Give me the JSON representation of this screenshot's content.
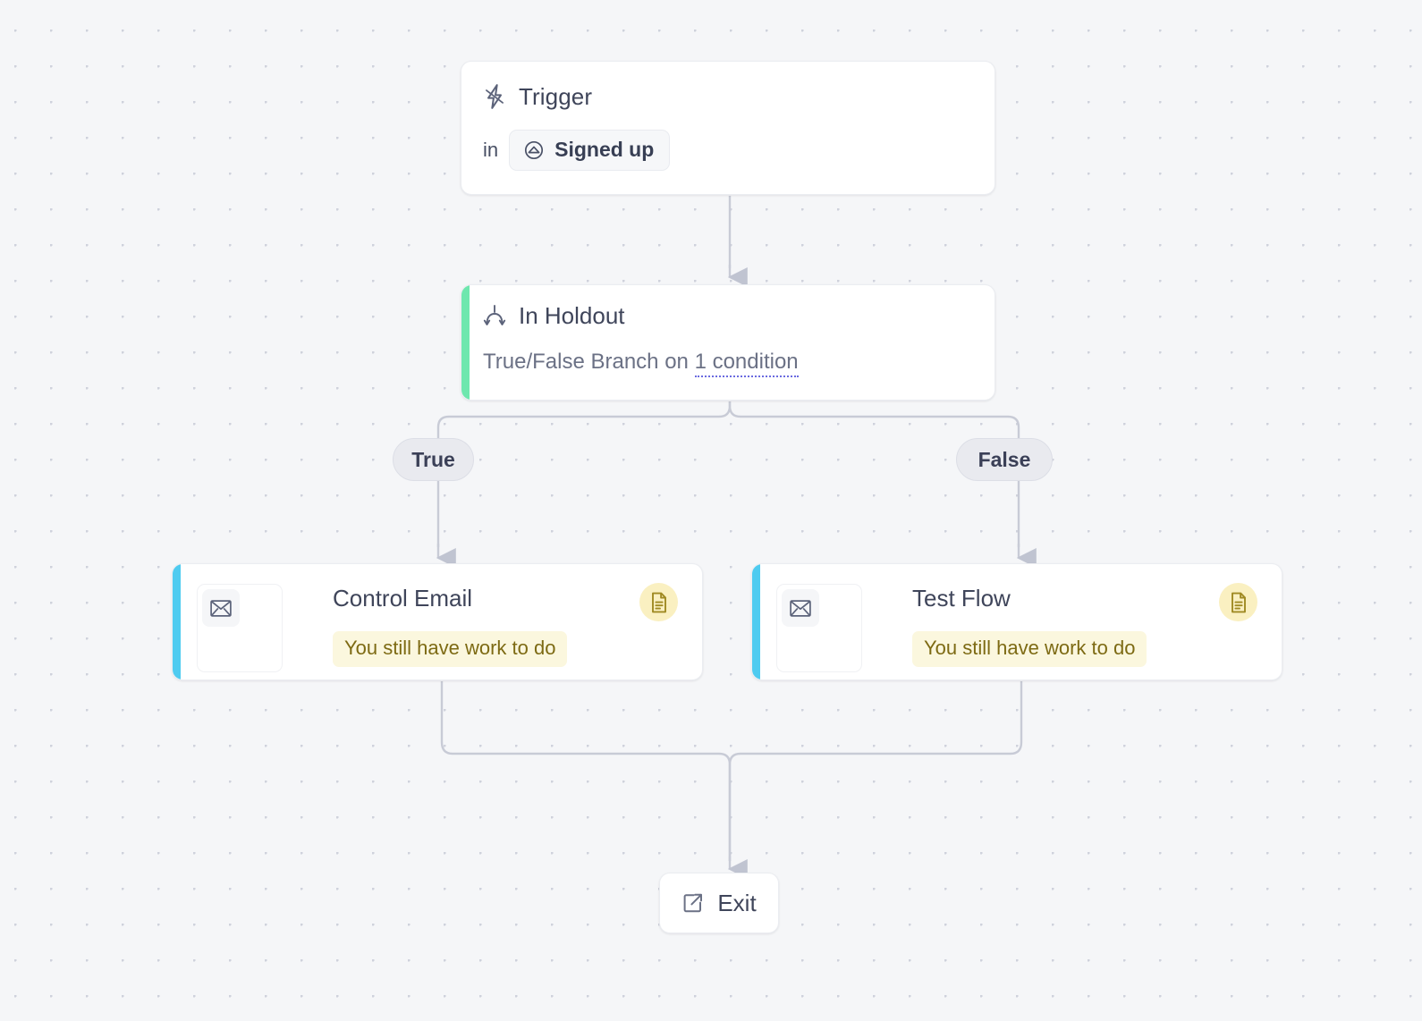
{
  "canvas": {
    "background_color": "#f5f6f8",
    "grid_dot_color": "#cfd2dc",
    "grid_spacing": "40px"
  },
  "nodes": {
    "trigger": {
      "title": "Trigger",
      "icon": "lightning-bolt-icon",
      "prefix_label": "in",
      "chip_label": "Signed up",
      "chip_icon": "segment-circle-icon"
    },
    "holdout": {
      "title": "In Holdout",
      "icon": "branch-fork-icon",
      "description_prefix": "True/False Branch on ",
      "condition_link": "1 condition",
      "accent_color": "#6ee7ae"
    },
    "branch_labels": {
      "true": "True",
      "false": "False"
    },
    "control_email": {
      "title": "Control Email",
      "icon": "envelope-icon",
      "status_badge": "You still have work to do",
      "status_icon": "document-icon",
      "accent_color": "#4ecbf0"
    },
    "test_flow": {
      "title": "Test Flow",
      "icon": "envelope-icon",
      "status_badge": "You still have work to do",
      "status_icon": "document-icon",
      "accent_color": "#4ecbf0"
    },
    "exit": {
      "title": "Exit",
      "icon": "external-link-icon"
    }
  },
  "colors": {
    "edge_line": "#c8cbd6",
    "warning_badge_bg": "#fbf7de",
    "warning_badge_text": "#7d6a13",
    "doc_badge_bg": "#faf0c1",
    "doc_badge_icon": "#a08a23",
    "card_text": "#3f455a",
    "muted_text": "#6b7185",
    "link_underline": "#6a6ae0"
  }
}
